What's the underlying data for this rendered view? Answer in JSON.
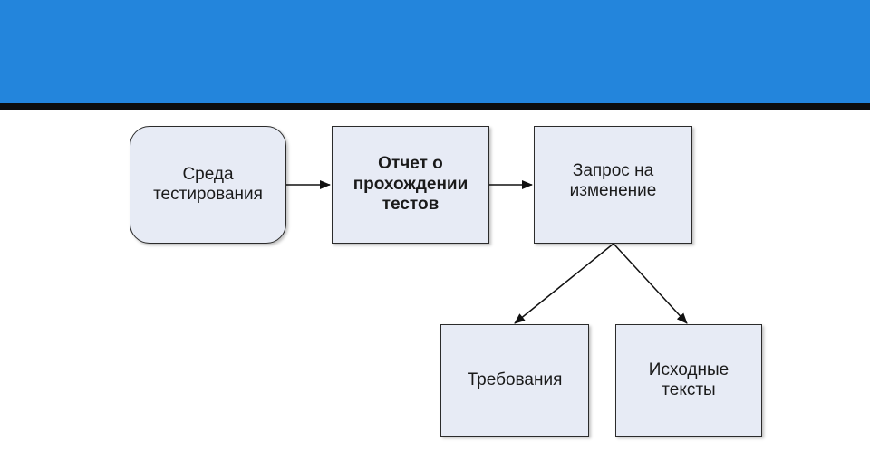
{
  "header": {
    "band_color": "#2385dc",
    "rule_color": "#0d0d0d"
  },
  "diagram": {
    "node_fill": "#e7ebf5",
    "nodes": {
      "test_environment": "Среда\nтестирования",
      "test_report": "Отчет о\nпрохождении\nтестов",
      "change_request": "Запрос на\nизменение",
      "requirements": "Требования",
      "source_texts": "Исходные\nтексты"
    }
  }
}
